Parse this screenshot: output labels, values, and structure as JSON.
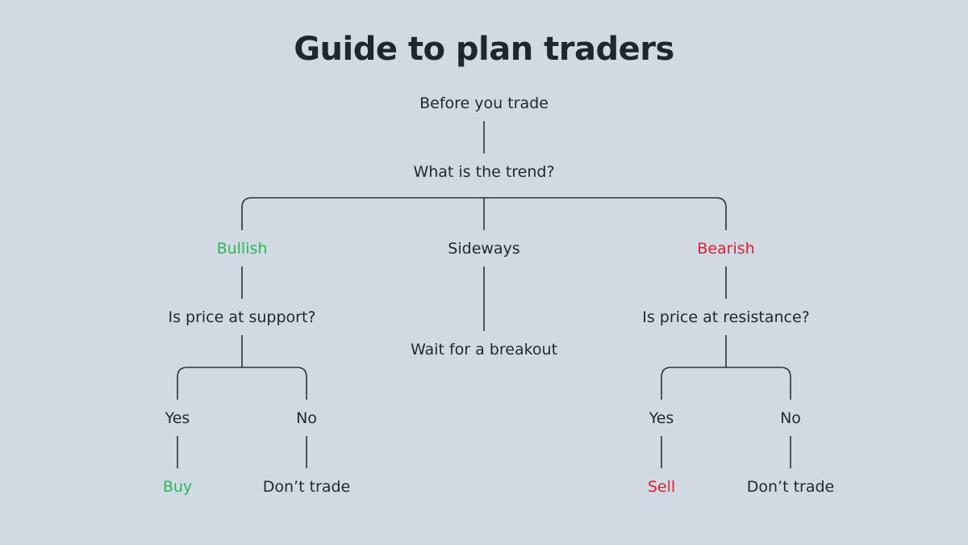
{
  "title": "Guide to plan traders",
  "nodes": {
    "root": "Before you trade",
    "question": "What is the trend?",
    "bullish": "Bullish",
    "sideways": "Sideways",
    "bearish": "Bearish",
    "support_question": "Is price at support?",
    "wait": "Wait for a breakout",
    "resistance_question": "Is price at resistance?",
    "bull_yes": "Yes",
    "bull_no": "No",
    "bear_yes": "Yes",
    "bear_no": "No",
    "buy": "Buy",
    "bull_dont": "Don’t trade",
    "sell": "Sell",
    "bear_dont": "Don’t trade"
  },
  "colors": {
    "background": "#d1dae3",
    "text": "#1e2730",
    "positive": "#2ab75a",
    "negative": "#e01f2f",
    "line": "#2a323b"
  }
}
